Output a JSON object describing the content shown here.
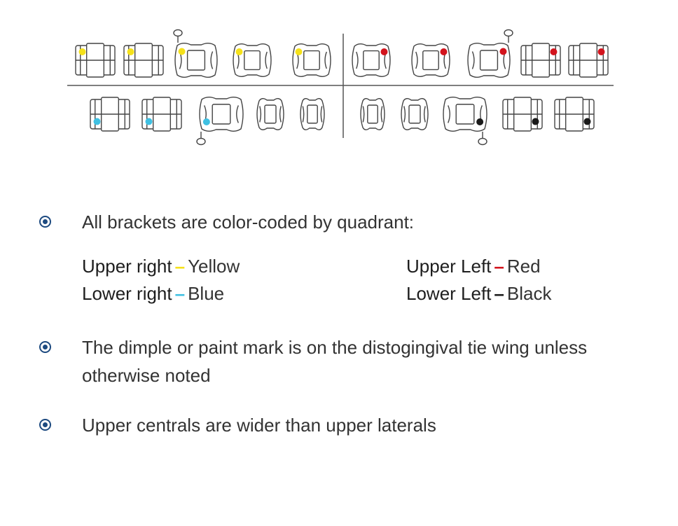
{
  "colors": {
    "yellow": "#f5e11a",
    "red": "#d3141d",
    "blue": "#3fc0e2",
    "black": "#1a1a1a",
    "bullet": "#1d4a80",
    "line": "#555555"
  },
  "legend": {
    "upper_right": {
      "quadrant": "Upper right",
      "color": "Yellow"
    },
    "upper_left": {
      "quadrant": "Upper Left",
      "color": "Red"
    },
    "lower_right": {
      "quadrant": "Lower right",
      "color": "Blue"
    },
    "lower_left": {
      "quadrant": "Lower Left",
      "color": "Black"
    }
  },
  "bullets": [
    "All brackets are color-coded by quadrant:",
    "The dimple or paint mark is on the distogingival tie wing unless otherwise noted",
    "Upper centrals are wider than upper laterals"
  ],
  "diagram": {
    "upper_right_marks": 5,
    "upper_left_marks": 5,
    "lower_right_marks": 3,
    "lower_left_marks": 3
  }
}
